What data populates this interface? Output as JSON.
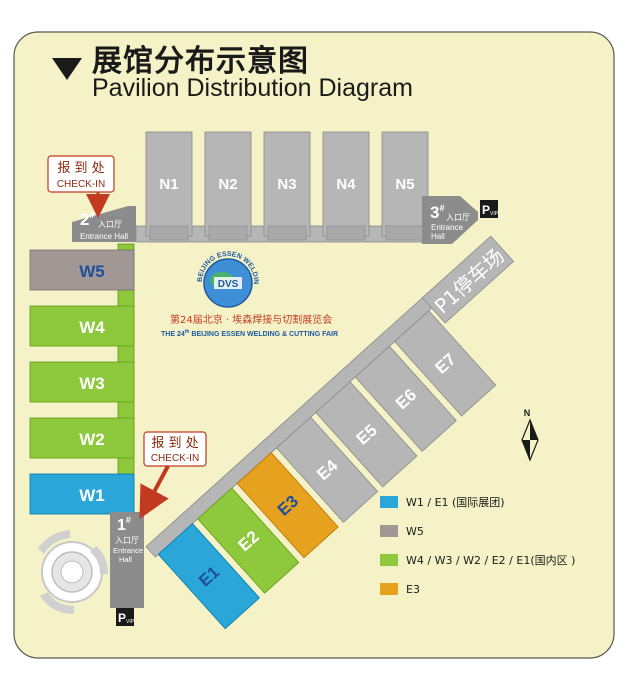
{
  "title": {
    "cn": "展馆分布示意图",
    "en": "Pavilion Distribution Diagram"
  },
  "colors": {
    "background": "#f5f2c8",
    "border": "#5a5a50",
    "gray_hall": "#b6b6b6",
    "international": "#2aa7d8",
    "w5": "#a19896",
    "domestic": "#8ec83c",
    "e3": "#e6a11f",
    "checkin_border": "#c23a20",
    "checkin_text": "#8a2a10"
  },
  "north_halls": [
    "N1",
    "N2",
    "N3",
    "N4",
    "N5"
  ],
  "west_halls": [
    {
      "label": "W5",
      "group": "w5"
    },
    {
      "label": "W4",
      "group": "domestic"
    },
    {
      "label": "W3",
      "group": "domestic"
    },
    {
      "label": "W2",
      "group": "domestic"
    },
    {
      "label": "W1",
      "group": "international"
    }
  ],
  "east_halls": [
    {
      "label": "E1",
      "group": "international"
    },
    {
      "label": "E2",
      "group": "domestic"
    },
    {
      "label": "E3",
      "group": "e3"
    },
    {
      "label": "E4",
      "group": "gray"
    },
    {
      "label": "E5",
      "group": "gray"
    },
    {
      "label": "E6",
      "group": "gray"
    },
    {
      "label": "E7",
      "group": "gray"
    }
  ],
  "parking": "P1停车场",
  "checkin": {
    "cn": "报 到 处",
    "en": "CHECK-IN"
  },
  "entrances": [
    {
      "num": "2",
      "sup": "#",
      "cn": "入口厅",
      "en": "Entrance Hall"
    },
    {
      "num": "3",
      "sup": "#",
      "cn": "入口厅",
      "en": "Entrance Hall"
    },
    {
      "num": "1",
      "sup": "#",
      "cn": "入口厅",
      "en": "Entrance Hall"
    }
  ],
  "vip": {
    "p": "P",
    "sub": "VIP"
  },
  "compass": "N",
  "fair": {
    "ring_text": "BEIJING ESSEN WELDING & CUTTING",
    "logo_text": "DVS",
    "cn": "第24届北京 · 埃森焊接与切割展览会",
    "en_prefix": "THE 24",
    "en_sup": "th",
    "en_rest": " BEIJING ESSEN WELDING & CUTTING FAIR"
  },
  "legend": [
    {
      "label": "W1 / E1 (国际展团)",
      "color": "#2aa7d8"
    },
    {
      "label": "W5",
      "color": "#a19896"
    },
    {
      "label": "W4 / W3 / W2 / E2 / E1(国内区 )",
      "color": "#8ec83c"
    },
    {
      "label": "E3",
      "color": "#e6a11f"
    }
  ]
}
